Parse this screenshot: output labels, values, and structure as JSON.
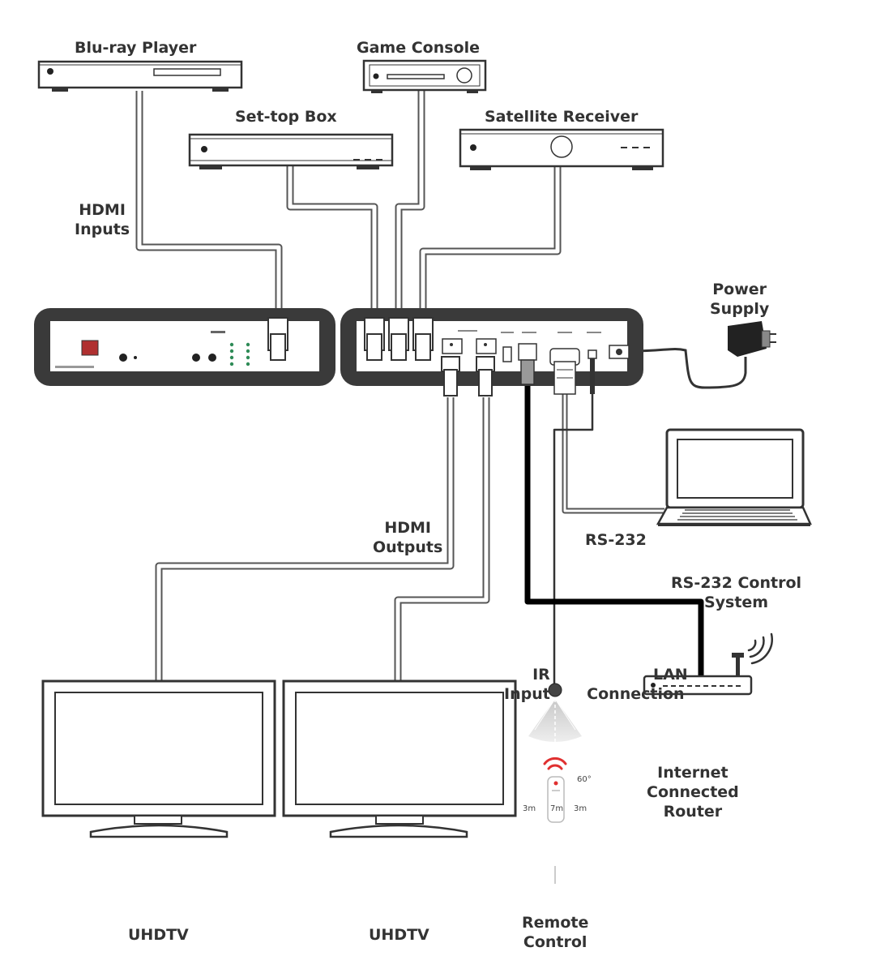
{
  "devices": {
    "bluray": "Blu-ray Player",
    "game_console": "Game Console",
    "set_top_box": "Set-top Box",
    "satellite_receiver": "Satellite Receiver",
    "power_supply": [
      "Power",
      "Supply"
    ],
    "uhdtv_left": "UHDTV",
    "uhdtv_right": "UHDTV",
    "router": [
      "Internet",
      "Connected",
      "Router"
    ],
    "remote_control": [
      "Remote",
      "Control"
    ]
  },
  "connections": {
    "hdmi_inputs": [
      "HDMI",
      "Inputs"
    ],
    "hdmi_outputs": [
      "HDMI",
      "Outputs"
    ],
    "rs232": "RS-232",
    "rs232_control": [
      "RS-232 Control",
      "System"
    ],
    "lan": [
      "LAN",
      "Connection"
    ],
    "ir": [
      "IR",
      "Input"
    ]
  },
  "ir_range": {
    "angle": "60°",
    "left": "3m",
    "center": "7m",
    "right": "3m"
  },
  "colors": {
    "line": "#333333",
    "cable": "#555555",
    "panel": "#3a3a3a",
    "lan_cable": "#000000",
    "led": "#2e8b57",
    "ir_signal": "#e03030"
  }
}
